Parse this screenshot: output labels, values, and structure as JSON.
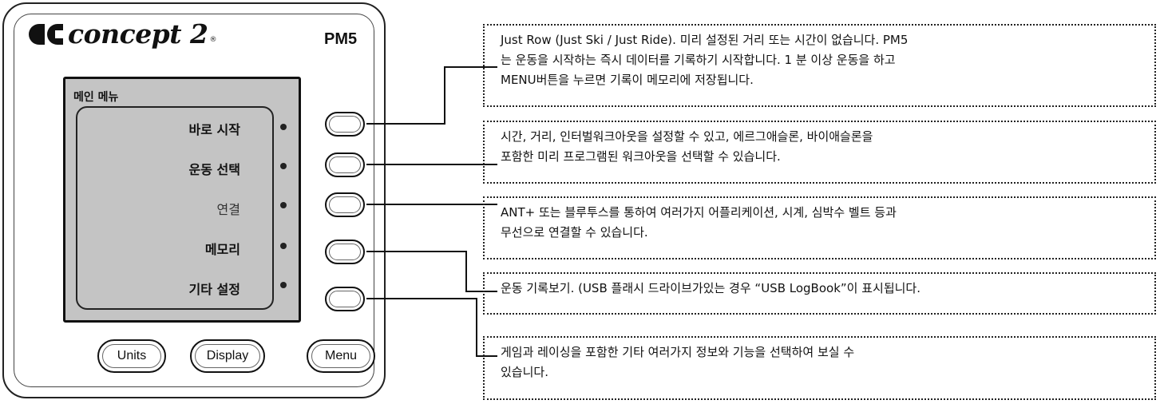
{
  "monitor": {
    "logo_text": "concept 2",
    "logo_reg": "®",
    "model": "PM5"
  },
  "screen": {
    "title": "메인 메뉴",
    "items": [
      {
        "label": "바로 시작",
        "dim": false
      },
      {
        "label": "운동 선택",
        "dim": false
      },
      {
        "label": "연결",
        "dim": true
      },
      {
        "label": "메모리",
        "dim": false
      },
      {
        "label": "기타 설정",
        "dim": false
      }
    ]
  },
  "buttons": {
    "units": "Units",
    "display": "Display",
    "menu": "Menu"
  },
  "callouts": [
    {
      "lines": [
        "Just Row (Just Ski / Just Ride). 미리 설정된 거리 또는 시간이 없습니다. PM5",
        "는 운동을 시작하는 즉시 데이터를 기록하기 시작합니다. 1 분 이상 운동을 하고",
        "MENU버튼을 누르면 기록이 메모리에 저장됩니다."
      ]
    },
    {
      "lines": [
        "시간, 거리, 인터벌워크아웃을 설정할 수 있고, 에르그애슬론, 바이애슬론을",
        "포함한 미리 프로그램된 워크아웃을 선택할 수 있습니다."
      ]
    },
    {
      "lines": [
        "ANT+ 또는 블루투스를 통하여 여러가지 어플리케이션, 시계, 심박수 벨트 등과",
        "무선으로 연결할 수 있습니다."
      ]
    },
    {
      "lines": [
        "운동 기록보기. (USB 플래시 드라이브가있는 경우 “USB LogBook”이 표시됩니다."
      ]
    },
    {
      "lines": [
        "게임과 레이싱을 포함한 기타 여러가지 정보와 기능을 선택하여  보실 수",
        "있습니다."
      ]
    }
  ]
}
